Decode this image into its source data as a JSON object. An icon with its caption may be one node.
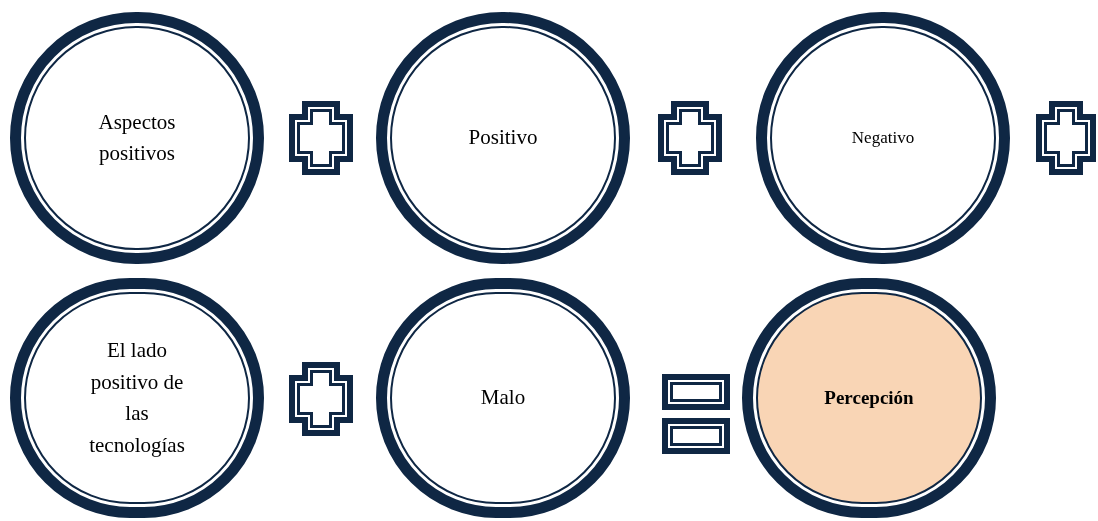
{
  "diagram": {
    "nodes": [
      {
        "text": [
          "Aspectos positivos"
        ]
      },
      {
        "text": [],
        "shape": "plus"
      },
      {
        "text": [
          "Positivo"
        ]
      },
      {
        "text": [],
        "shape": "plus"
      },
      {
        "text": [
          "Negativo"
        ]
      },
      {
        "text": [],
        "shape": "plus"
      },
      {
        "text": [
          "El lado positivo de las tecnologías"
        ]
      },
      {
        "text": [],
        "shape": "plus"
      },
      {
        "text": [
          "Malo"
        ]
      },
      {
        "text": [],
        "shape": "equals"
      },
      {
        "text": [
          "Percepción"
        ]
      }
    ]
  }
}
